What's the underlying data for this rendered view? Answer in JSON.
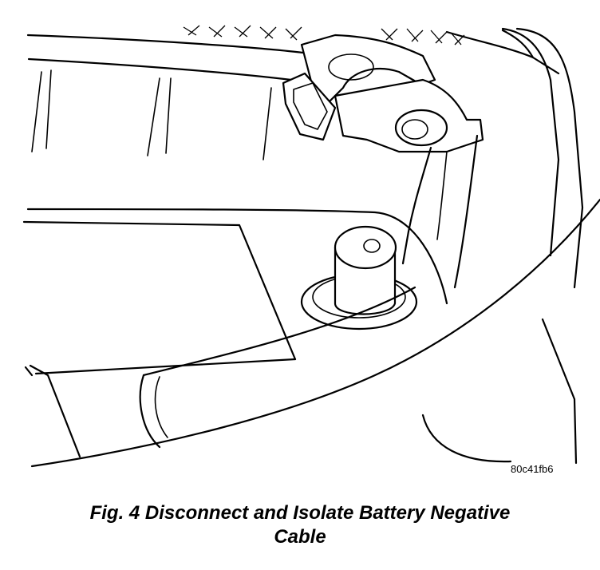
{
  "figure": {
    "code": "80c41fb6",
    "caption_line1": "Fig. 4 Disconnect and Isolate Battery Negative",
    "caption_line2": "Cable"
  }
}
